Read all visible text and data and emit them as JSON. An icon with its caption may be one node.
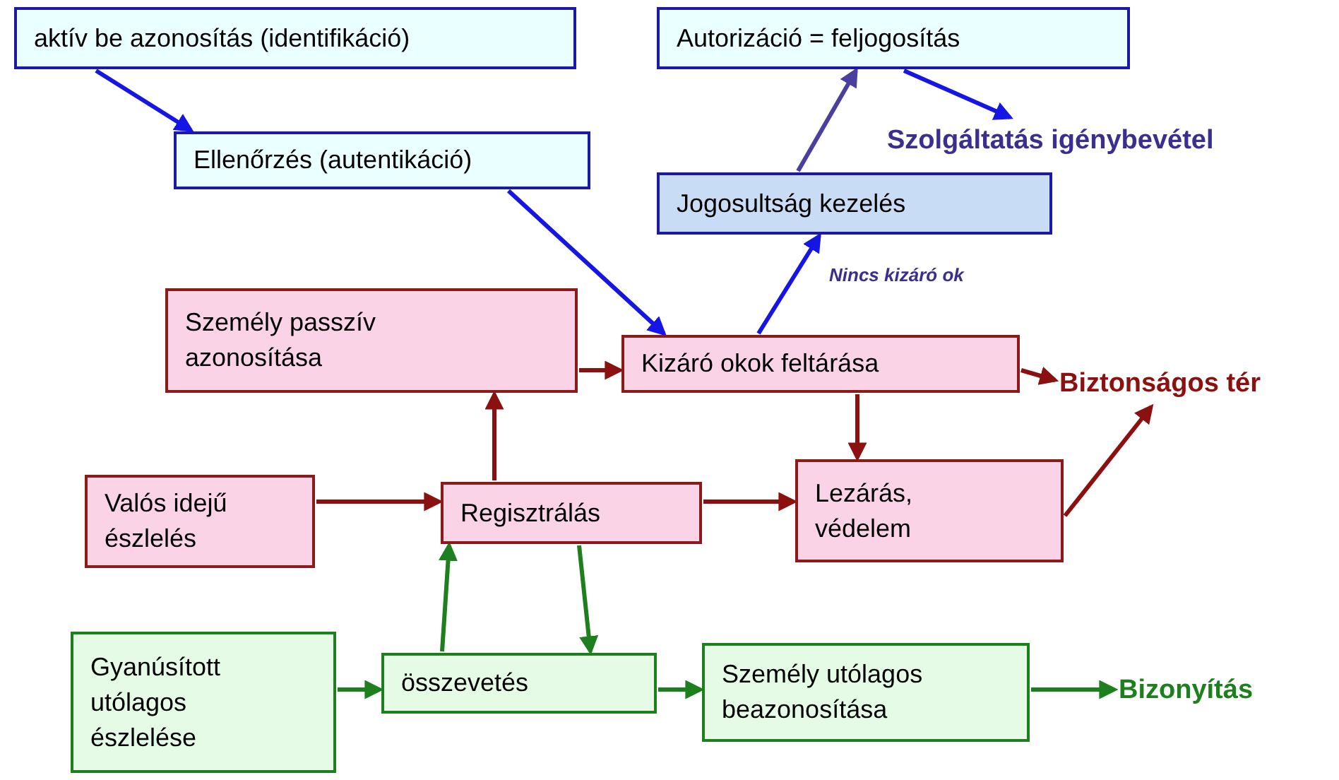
{
  "diagram": {
    "nodes": [
      {
        "text": [
          "aktív be azonosítás (identifikáció)"
        ]
      },
      {
        "text": [
          "Ellenőrzés (autentikáció)"
        ]
      },
      {
        "text": [
          "Autorizáció = feljogosítás"
        ]
      },
      {
        "text": [
          "Szolgáltatás igénybevétel"
        ]
      },
      {
        "text": [
          "Jogosultság kezelés"
        ]
      },
      {
        "text": [
          "Személy passzív azonosítása"
        ]
      },
      {
        "text": [
          "Kizáró okok feltárása"
        ]
      },
      {
        "text": [
          "Biztonságos tér"
        ]
      },
      {
        "text": [
          "Valós idejű észlelés"
        ]
      },
      {
        "text": [
          "Regisztrálás"
        ]
      },
      {
        "text": [
          "Lezárás, védelem"
        ]
      },
      {
        "text": [
          "Gyanúsított utólagos észlelése"
        ]
      },
      {
        "text": [
          "összevetés"
        ]
      },
      {
        "text": [
          "Személy utólagos beazonosítása"
        ]
      },
      {
        "text": [
          "Bizonyítás"
        ]
      }
    ],
    "edges": [
      {
        "from": 0,
        "to": 1,
        "arrow": "to",
        "color": "#1515e6"
      },
      {
        "from": 1,
        "to": 6,
        "arrow": "to",
        "color": "#1515e6"
      },
      {
        "from": 6,
        "to": 4,
        "arrow": "to",
        "color": "#1515e6",
        "label": "Nincs kizáró ok"
      },
      {
        "from": 4,
        "to": 2,
        "arrow": "to",
        "color": "#4a3f9e"
      },
      {
        "from": 2,
        "to": 3,
        "arrow": "to",
        "color": "#1515e6"
      },
      {
        "from": 6,
        "to": 7,
        "arrow": "to"
      },
      {
        "from": 6,
        "to": 10,
        "arrow": "to"
      },
      {
        "from": 9,
        "to": 5,
        "arrow": "to"
      },
      {
        "from": 5,
        "to": 6,
        "arrow": "to"
      },
      {
        "from": 8,
        "to": 9,
        "arrow": "to"
      },
      {
        "from": 9,
        "to": 10,
        "arrow": "to"
      },
      {
        "from": 10,
        "to": 7,
        "arrow": "to"
      },
      {
        "from": 12,
        "to": 9,
        "arrow": "to",
        "color": "#1e7f1e"
      },
      {
        "from": 9,
        "to": 12,
        "arrow": "to",
        "color": "#1e7f1e"
      },
      {
        "from": 11,
        "to": 12,
        "arrow": "to",
        "color": "#1e7f1e"
      },
      {
        "from": 12,
        "to": 13,
        "arrow": "to",
        "color": "#1e7f1e"
      },
      {
        "from": 13,
        "to": 14,
        "arrow": "to",
        "color": "#1e7f1e"
      }
    ]
  }
}
